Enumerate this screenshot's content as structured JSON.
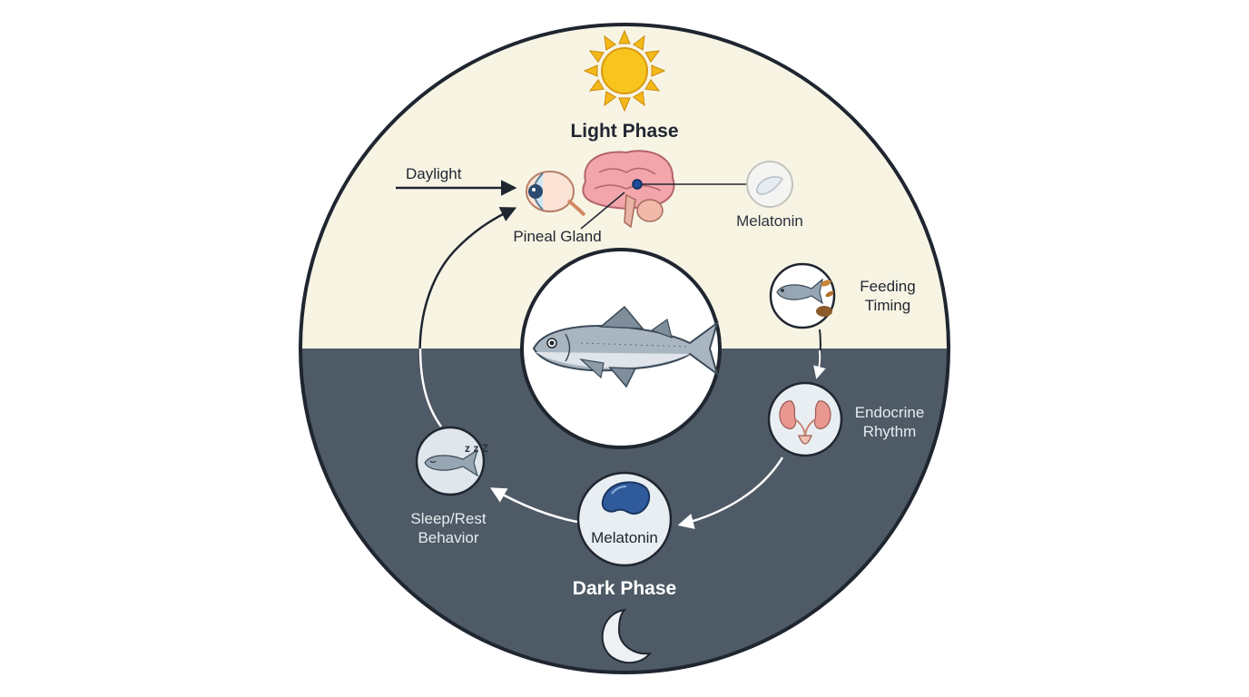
{
  "diagram": {
    "light_phase_title": "Light Phase",
    "dark_phase_title": "Dark Phase",
    "daylight_label": "Daylight",
    "pineal_gland_label": "Pineal Gland",
    "melatonin_light_label": "Melatonin",
    "feeding_label_line1": "Feeding",
    "feeding_label_line2": "Timing",
    "endocrine_label_line1": "Endocrine",
    "endocrine_label_line2": "Rhythm",
    "melatonin_dark_label": "Melatonin",
    "sleep_label_line1": "Sleep/Rest",
    "sleep_label_line2": "Behavior",
    "zzz_label": "z z Z"
  },
  "colors": {
    "light_half": "#f8f4e4",
    "dark_half": "#4e5a66",
    "outline": "#1f2630",
    "sun": "#f5c118",
    "brain": "#f0a3a8",
    "melatonin_dark": "#2f5a9c",
    "light_text": "#e6ebef"
  },
  "icons": [
    "sun-icon",
    "eye-icon",
    "brain-icon",
    "melatonin-pill-icon",
    "fish-icon",
    "feeding-fish-icon",
    "kidney-icon",
    "sleeping-fish-icon",
    "moon-icon"
  ]
}
